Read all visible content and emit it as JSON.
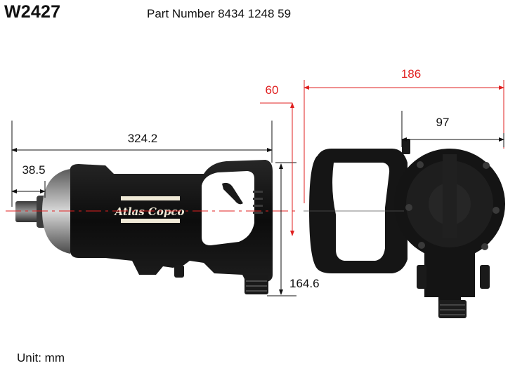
{
  "header": {
    "model": "W2427",
    "part_number_label": "Part Number 8434 1248 59"
  },
  "footer": {
    "unit_label": "Unit: mm"
  },
  "side_view": {
    "logo_text": "Atlas Copco",
    "dimensions": {
      "overall_length": "324.2",
      "anvil_length": "38.5",
      "center_to_base": "164.6",
      "center_to_top": "60"
    }
  },
  "rear_view": {
    "dimensions": {
      "overall_width": "186",
      "center_to_side": "97"
    }
  },
  "colors": {
    "dimension_black": "#111111",
    "dimension_red": "#e02020",
    "tool_body": "#141414",
    "anvil_grey": "#9a9a9a"
  }
}
